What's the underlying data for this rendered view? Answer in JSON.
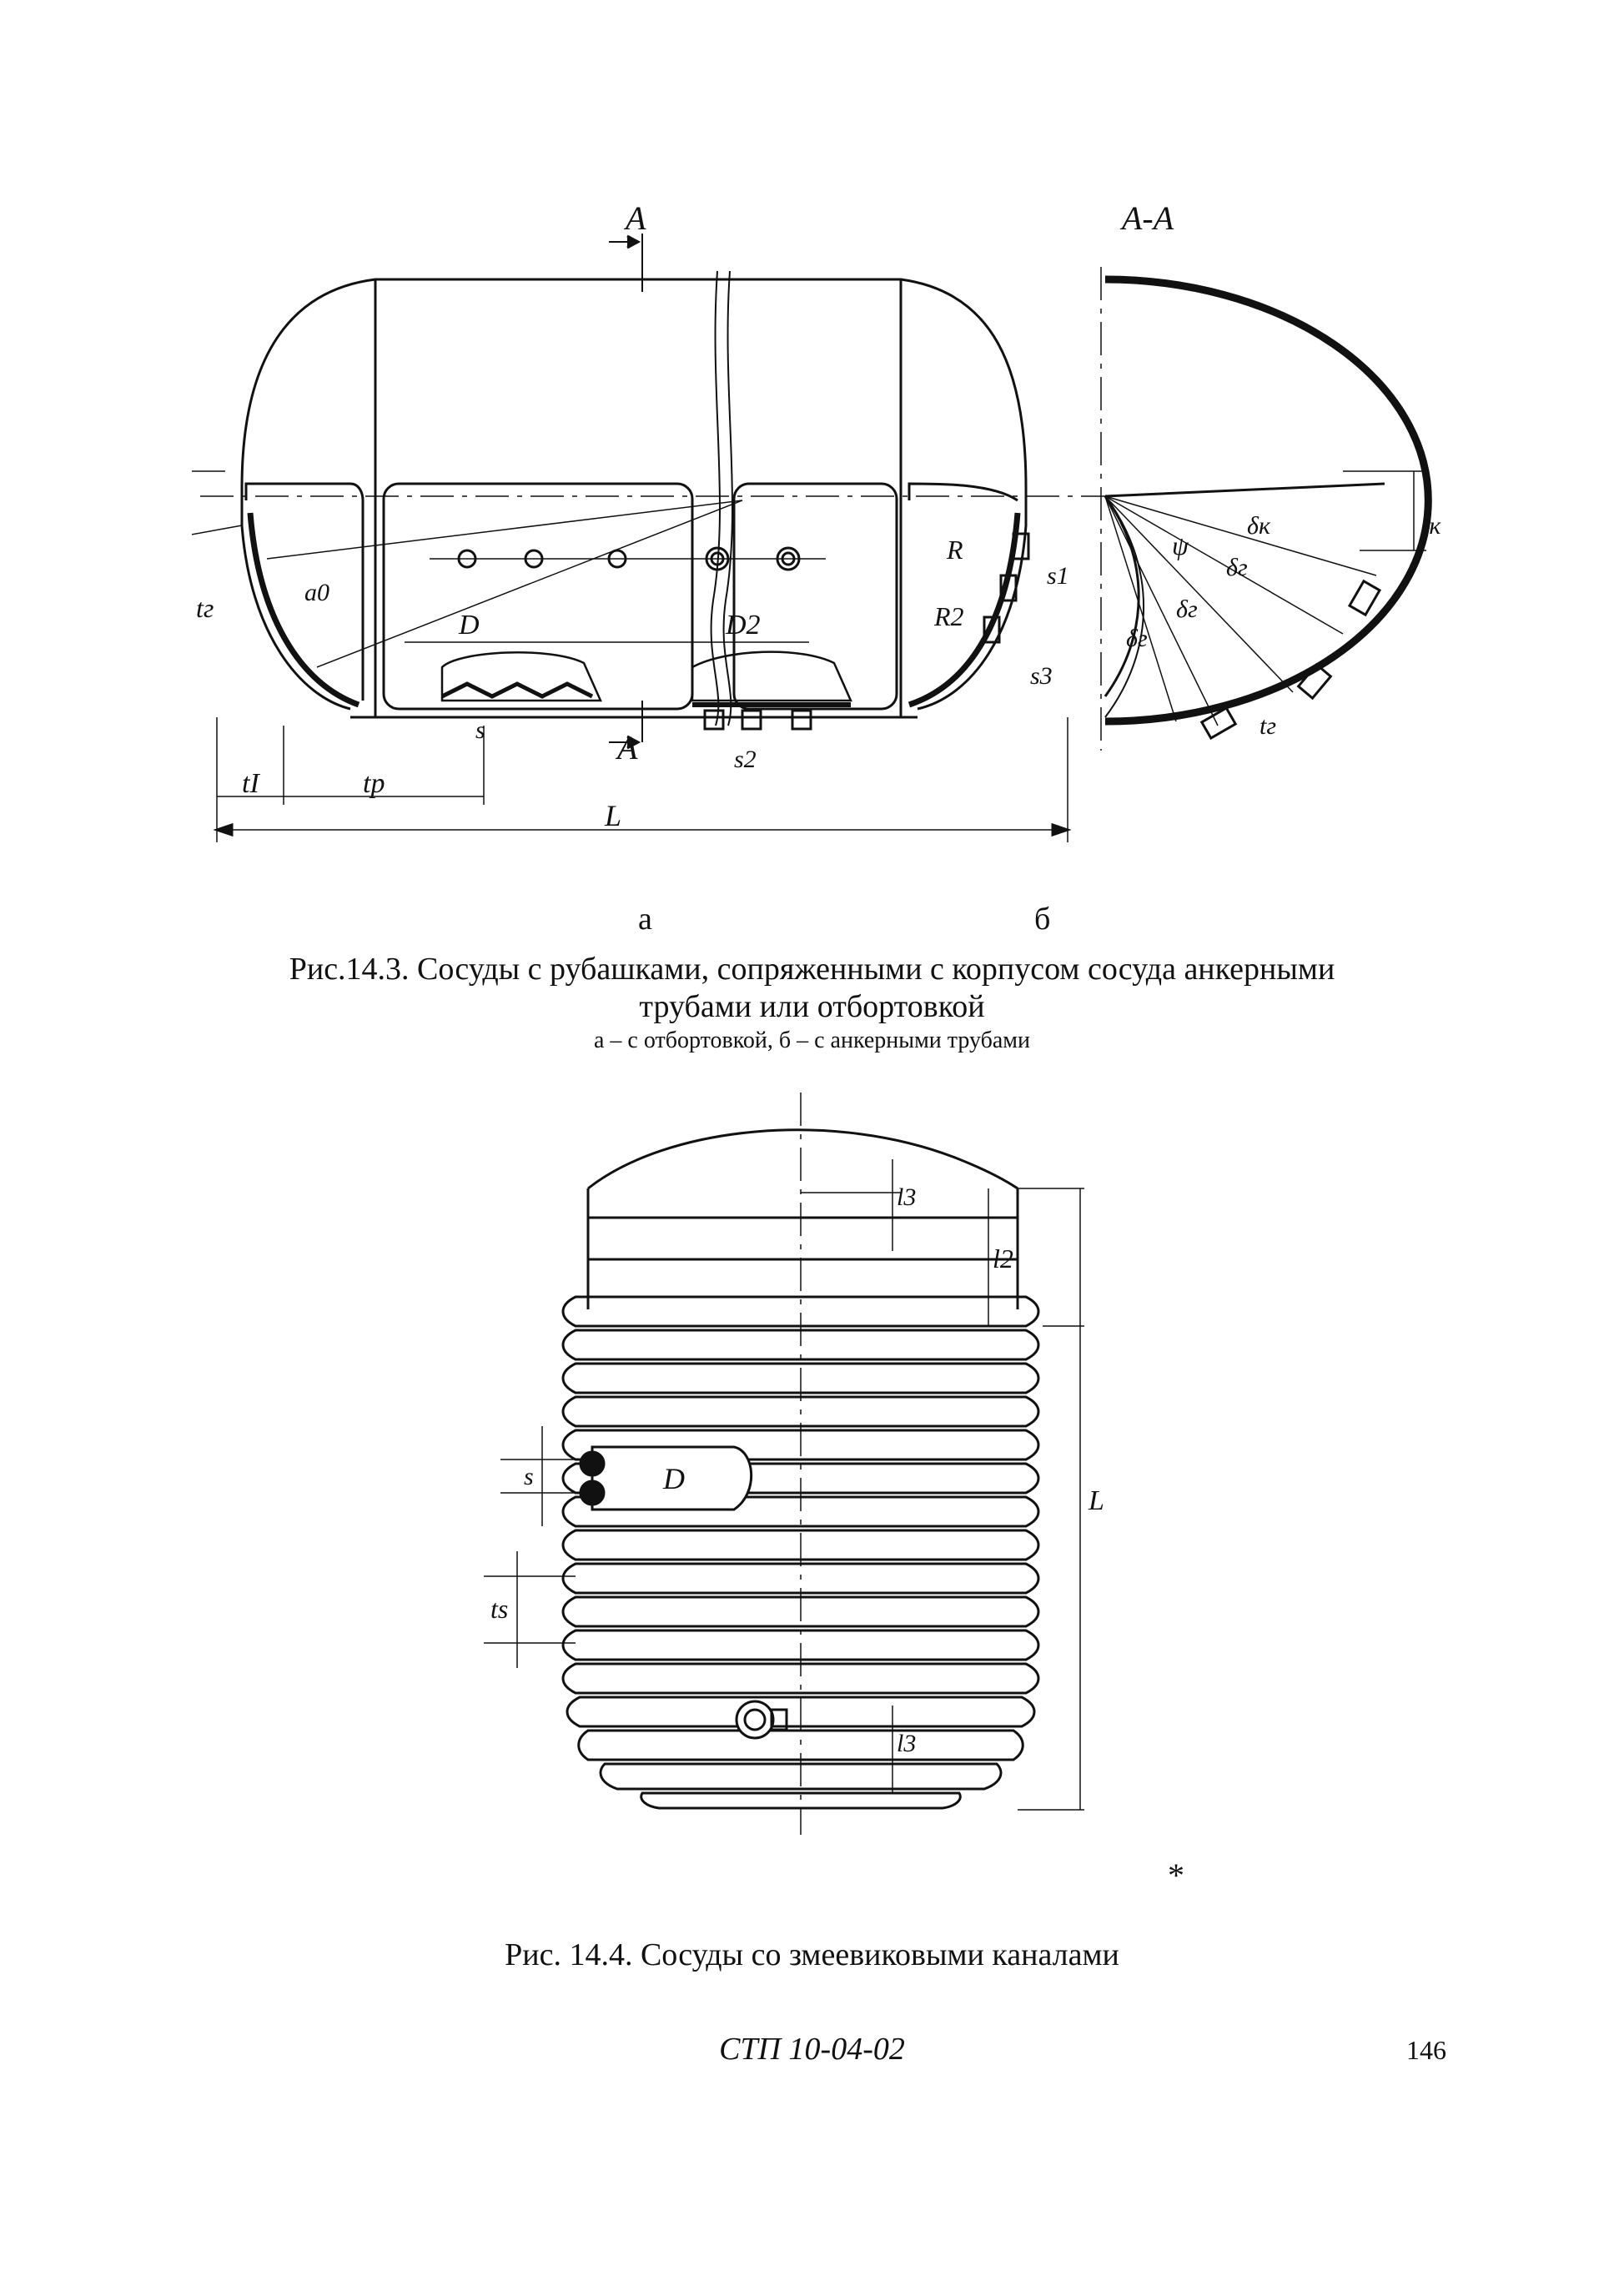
{
  "figure_14_3": {
    "sublabel_a": "а",
    "sublabel_b": "б",
    "caption_line1": "Рис.14.3. Сосуды с рубашками, сопряженными с корпусом сосуда анкерными",
    "caption_line2": "трубами или отбортовкой",
    "subcaption": "а – с отбортовкой, б – с анкерными трубами",
    "section_label": "А-А",
    "cut_label_top": "А",
    "cut_label_bottom": "А",
    "dims": {
      "tk": "tк",
      "tr": "tг",
      "a0": "a0",
      "D": "D",
      "D2": "D2",
      "s": "s",
      "s1": "s1",
      "s2": "s2",
      "s3": "s3",
      "R": "R",
      "R2": "R2",
      "t1": "tI",
      "tp": "tр",
      "L": "L",
      "psi": "ψ",
      "delta_k": "δк",
      "delta_r": "δг"
    }
  },
  "figure_14_4": {
    "caption": "Рис. 14.4. Сосуды со змеевиковыми каналами",
    "dims": {
      "l3": "l3",
      "l2": "l2",
      "L": "L",
      "s": "s",
      "D": "D",
      "ts": "ts"
    },
    "mark": "*"
  },
  "footer": {
    "doc_code": "СТП 10-04-02",
    "page_number": "146"
  }
}
